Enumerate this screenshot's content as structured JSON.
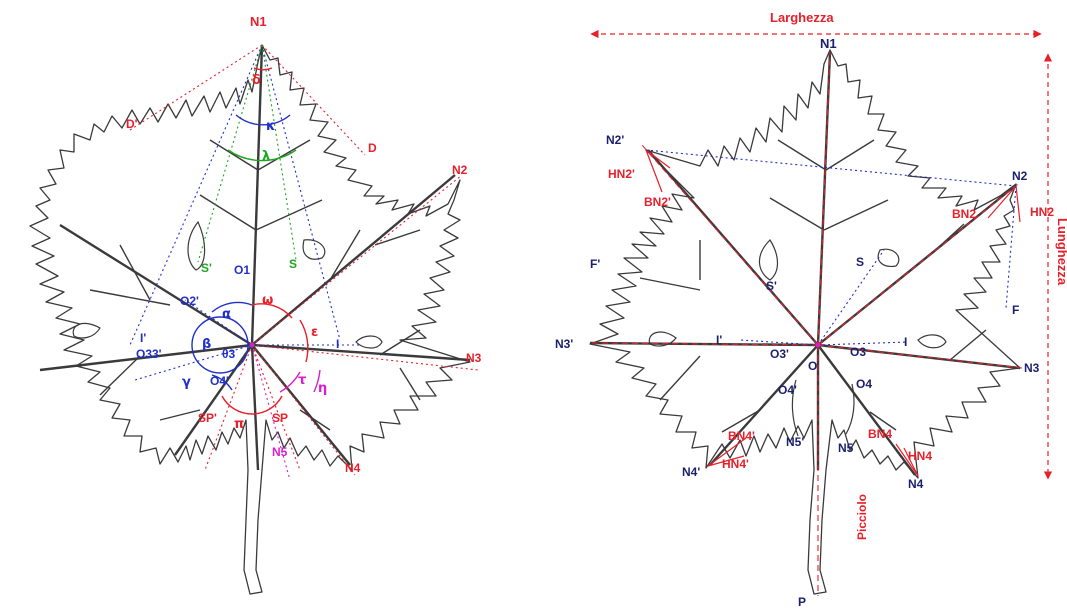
{
  "colors": {
    "red": "#e8202a",
    "blue": "#2030c8",
    "navy": "#1c1f6e",
    "green": "#1fa51f",
    "magenta": "#d81fd0",
    "leaf": "#3a3a3a"
  },
  "left_diagram": {
    "points": {
      "n1": "N1",
      "n2": "N2",
      "n3": "N3",
      "n4": "N4",
      "n5": "N5",
      "d": "D",
      "d_prime": "D'",
      "s": "S",
      "s_prime": "S'",
      "o1": "O1",
      "o2_prime": "O2'",
      "o3": "θ3",
      "o33_prime": "O33'",
      "o4_prime": "O4'",
      "i": "I",
      "i_prime": "I'",
      "sp": "SP",
      "sp_prime": "SP'"
    },
    "angles": {
      "delta": "δ",
      "kappa": "κ",
      "lambda": "λ",
      "alpha": "α",
      "beta": "β",
      "gamma": "γ",
      "omega": "ω",
      "epsilon": "ε",
      "tau": "τ",
      "eta": "η",
      "pi": "π"
    }
  },
  "right_diagram": {
    "points": {
      "n1": "N1",
      "n2": "N2",
      "n2_prime": "N2'",
      "n3": "N3",
      "n3_prime": "N3'",
      "n4": "N4",
      "n4_prime": "N4'",
      "n5": "N5",
      "n5_prime": "N5'",
      "hn2": "HN2",
      "hn2_prime": "HN2'",
      "bn2": "BN2",
      "bn2_prime": "BN2'",
      "hn4": "HN4",
      "hn4_prime": "HN4'",
      "bn4": "BN4",
      "bn4_prime": "BN4'",
      "f": "F",
      "f_prime": "F'",
      "s": "S",
      "s_prime": "S'",
      "i": "I",
      "i_prime": "I'",
      "o": "O",
      "o3": "O3",
      "o3_prime": "O3'",
      "o4": "O4",
      "o4_prime": "O4'",
      "p": "P"
    },
    "measures": {
      "width": "Larghezza",
      "length": "Lunghezza",
      "petiole": "Picciolo"
    }
  }
}
